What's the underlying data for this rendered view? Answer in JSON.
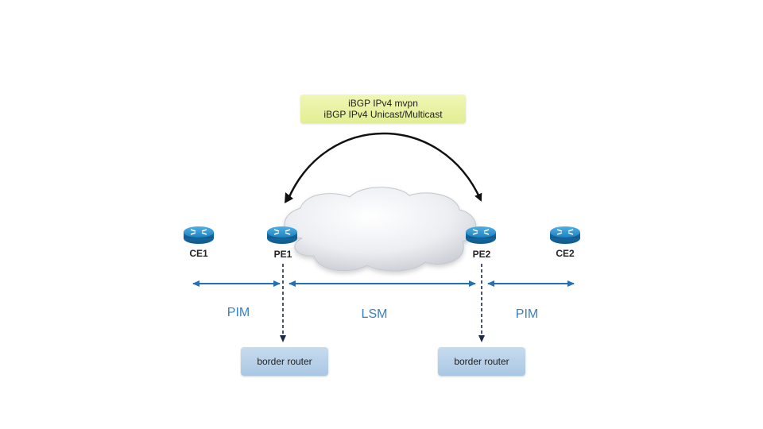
{
  "bgp_box": {
    "line1": "iBGP IPv4 mvpn",
    "line2": "iBGP IPv4 Unicast/Multicast"
  },
  "nodes": {
    "ce1": "CE1",
    "pe1": "PE1",
    "pe2": "PE2",
    "ce2": "CE2"
  },
  "segments": {
    "left": "PIM",
    "middle": "LSM",
    "right": "PIM"
  },
  "border_routers": {
    "left": "border router",
    "right": "border router"
  },
  "colors": {
    "bgp_box": "#e6f09c",
    "router": "#1f82c0",
    "segment_arrow": "#2470b3",
    "segment_text": "#3a7fc0",
    "border_router_box": "#b4cfe8",
    "dashed_arrow": "#1c2a4a"
  },
  "icons": {
    "ce1": "router-icon",
    "pe1": "router-icon",
    "pe2": "router-icon",
    "ce2": "router-icon",
    "core": "cloud-icon"
  }
}
